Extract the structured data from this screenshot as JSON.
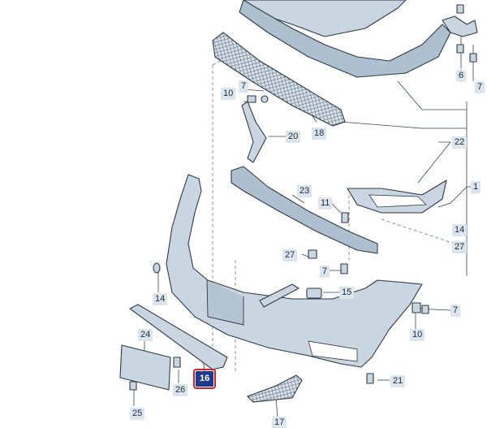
{
  "callouts": [
    {
      "id": "c6",
      "label": "6",
      "selected": false
    },
    {
      "id": "c7a",
      "label": "7",
      "selected": false
    },
    {
      "id": "c7b",
      "label": "7",
      "selected": false
    },
    {
      "id": "c10a",
      "label": "10",
      "selected": false
    },
    {
      "id": "c18",
      "label": "18",
      "selected": false
    },
    {
      "id": "c20",
      "label": "20",
      "selected": false
    },
    {
      "id": "c22",
      "label": "22",
      "selected": false
    },
    {
      "id": "c1",
      "label": "1",
      "selected": false
    },
    {
      "id": "c23",
      "label": "23",
      "selected": false
    },
    {
      "id": "c11",
      "label": "11",
      "selected": false
    },
    {
      "id": "c14a",
      "label": "14",
      "selected": false
    },
    {
      "id": "c27a",
      "label": "27",
      "selected": false
    },
    {
      "id": "c27b",
      "label": "27",
      "selected": false
    },
    {
      "id": "c7c",
      "label": "7",
      "selected": false
    },
    {
      "id": "c15",
      "label": "15",
      "selected": false
    },
    {
      "id": "c14b",
      "label": "14",
      "selected": false
    },
    {
      "id": "c7d",
      "label": "7",
      "selected": false
    },
    {
      "id": "c10b",
      "label": "10",
      "selected": false
    },
    {
      "id": "c24",
      "label": "24",
      "selected": false
    },
    {
      "id": "c16",
      "label": "16",
      "selected": true
    },
    {
      "id": "c26",
      "label": "26",
      "selected": false
    },
    {
      "id": "c21",
      "label": "21",
      "selected": false
    },
    {
      "id": "c25",
      "label": "25",
      "selected": false
    },
    {
      "id": "c17",
      "label": "17",
      "selected": false
    }
  ],
  "colors": {
    "part_fill": "#c9d6e2",
    "outline": "#2e3a44",
    "label_bg": "#dbe5ee",
    "selected_bg": "#1f3a8a",
    "selected_border": "#d3212d"
  }
}
